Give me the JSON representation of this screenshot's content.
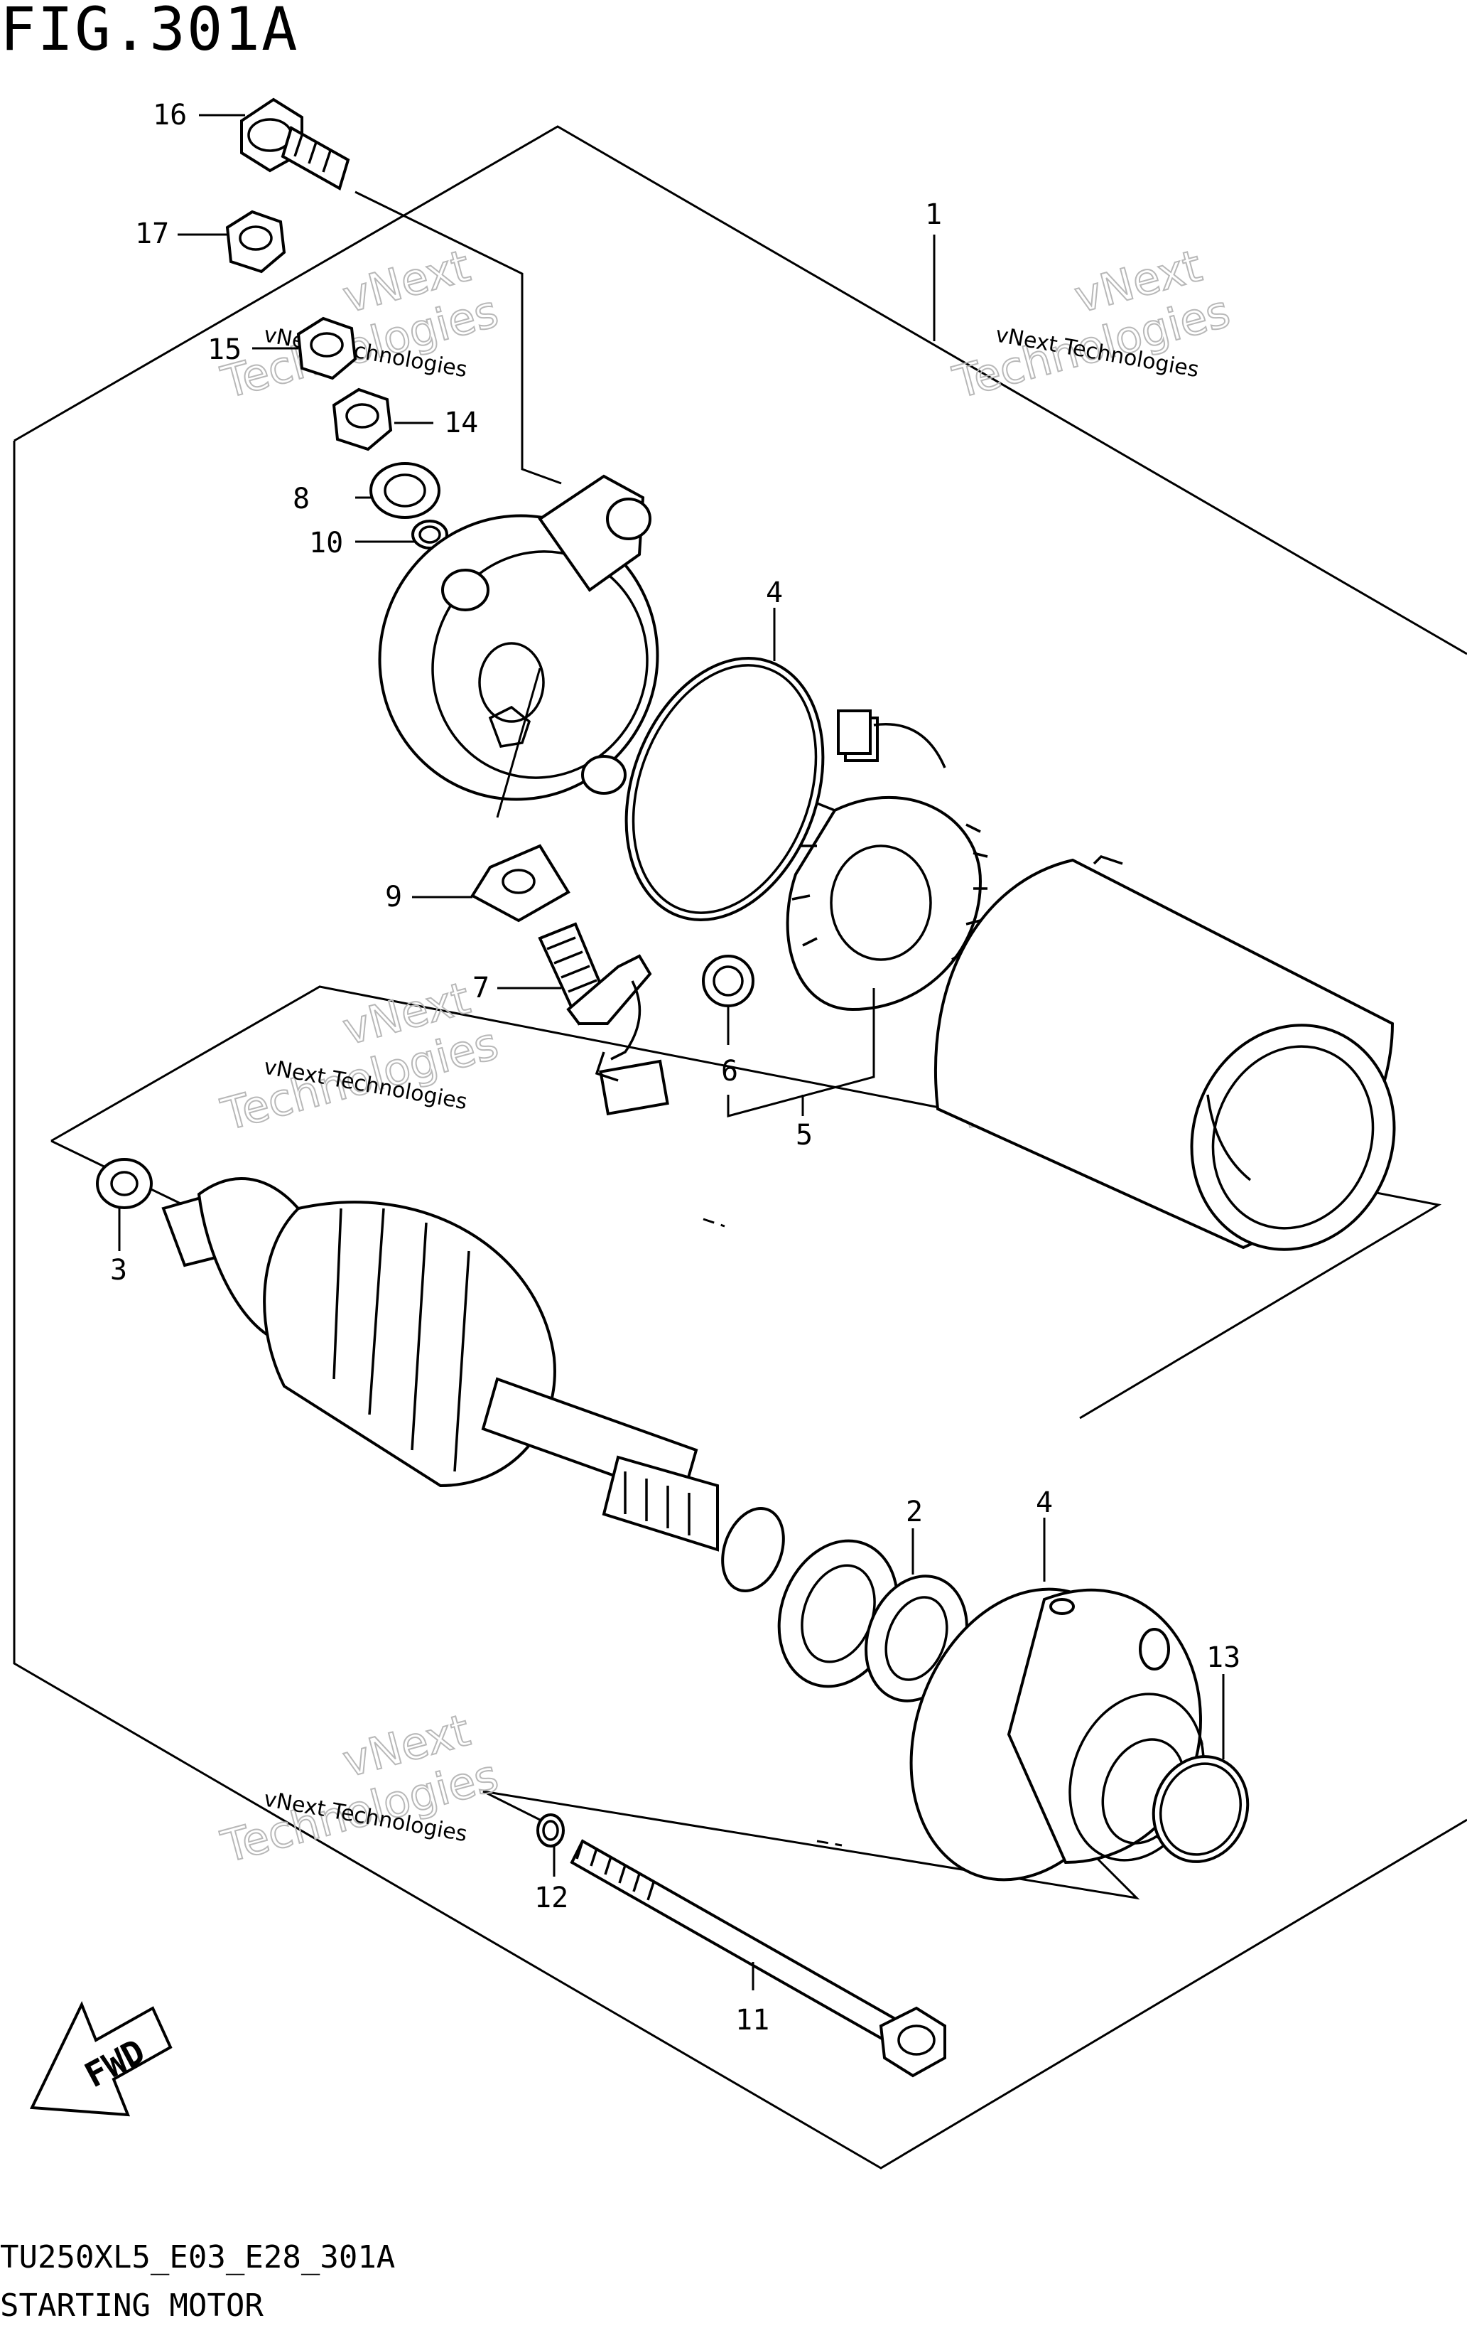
{
  "figure": {
    "title": "FIG.301A",
    "model_code": "TU250XL5_E03_E28_301A",
    "caption": "STARTING MOTOR"
  },
  "callouts": [
    {
      "id": "1",
      "text": "1"
    },
    {
      "id": "2",
      "text": "2"
    },
    {
      "id": "3",
      "text": "3"
    },
    {
      "id": "4a",
      "text": "4"
    },
    {
      "id": "4b",
      "text": "4"
    },
    {
      "id": "5",
      "text": "5"
    },
    {
      "id": "6",
      "text": "6"
    },
    {
      "id": "7",
      "text": "7"
    },
    {
      "id": "8",
      "text": "8"
    },
    {
      "id": "9",
      "text": "9"
    },
    {
      "id": "10",
      "text": "10"
    },
    {
      "id": "11",
      "text": "11"
    },
    {
      "id": "12",
      "text": "12"
    },
    {
      "id": "13",
      "text": "13"
    },
    {
      "id": "14",
      "text": "14"
    },
    {
      "id": "15",
      "text": "15"
    },
    {
      "id": "16",
      "text": "16"
    },
    {
      "id": "17",
      "text": "17"
    }
  ],
  "watermark": {
    "line1": "vNext Technologies",
    "line2": "vNext",
    "line3": "Technologies"
  },
  "direction_badge": "FWD"
}
